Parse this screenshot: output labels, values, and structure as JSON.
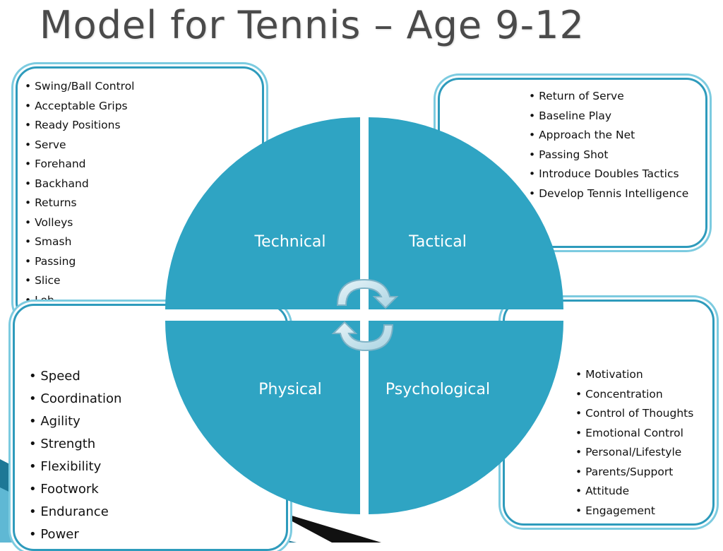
{
  "title": "Model for Tennis – Age 9-12",
  "colors": {
    "quadrant_fill": "#2fa4c3",
    "box_border": "#2e9bbc",
    "box_glow": "#7ccbe0",
    "title_text": "#4a4a4a"
  },
  "quadrants": [
    {
      "label": "Technical"
    },
    {
      "label": "Tactical"
    },
    {
      "label": "Physical"
    },
    {
      "label": "Psychological"
    }
  ],
  "technical": {
    "items": [
      "Swing/Ball Control",
      "Acceptable Grips",
      "Ready Positions",
      "Serve",
      "Forehand",
      "Backhand",
      "Returns",
      "Volleys",
      "Smash",
      "Passing",
      "Slice",
      "Lob"
    ]
  },
  "tactical": {
    "items": [
      "Return of Serve",
      "Baseline Play",
      "Approach the Net",
      "Passing Shot",
      "Introduce Doubles Tactics",
      "Develop Tennis Intelligence"
    ]
  },
  "physical": {
    "items": [
      "Speed",
      "Coordination",
      "Agility",
      "Strength",
      "Flexibility",
      "Footwork",
      "Endurance",
      "Power"
    ]
  },
  "psychological": {
    "items": [
      "Motivation",
      "Concentration",
      "Control of Thoughts",
      "Emotional Control",
      "Personal/Lifestyle",
      "Parents/Support",
      "Attitude",
      "Engagement"
    ]
  },
  "icons": [
    "cycle-arrows-icon"
  ]
}
